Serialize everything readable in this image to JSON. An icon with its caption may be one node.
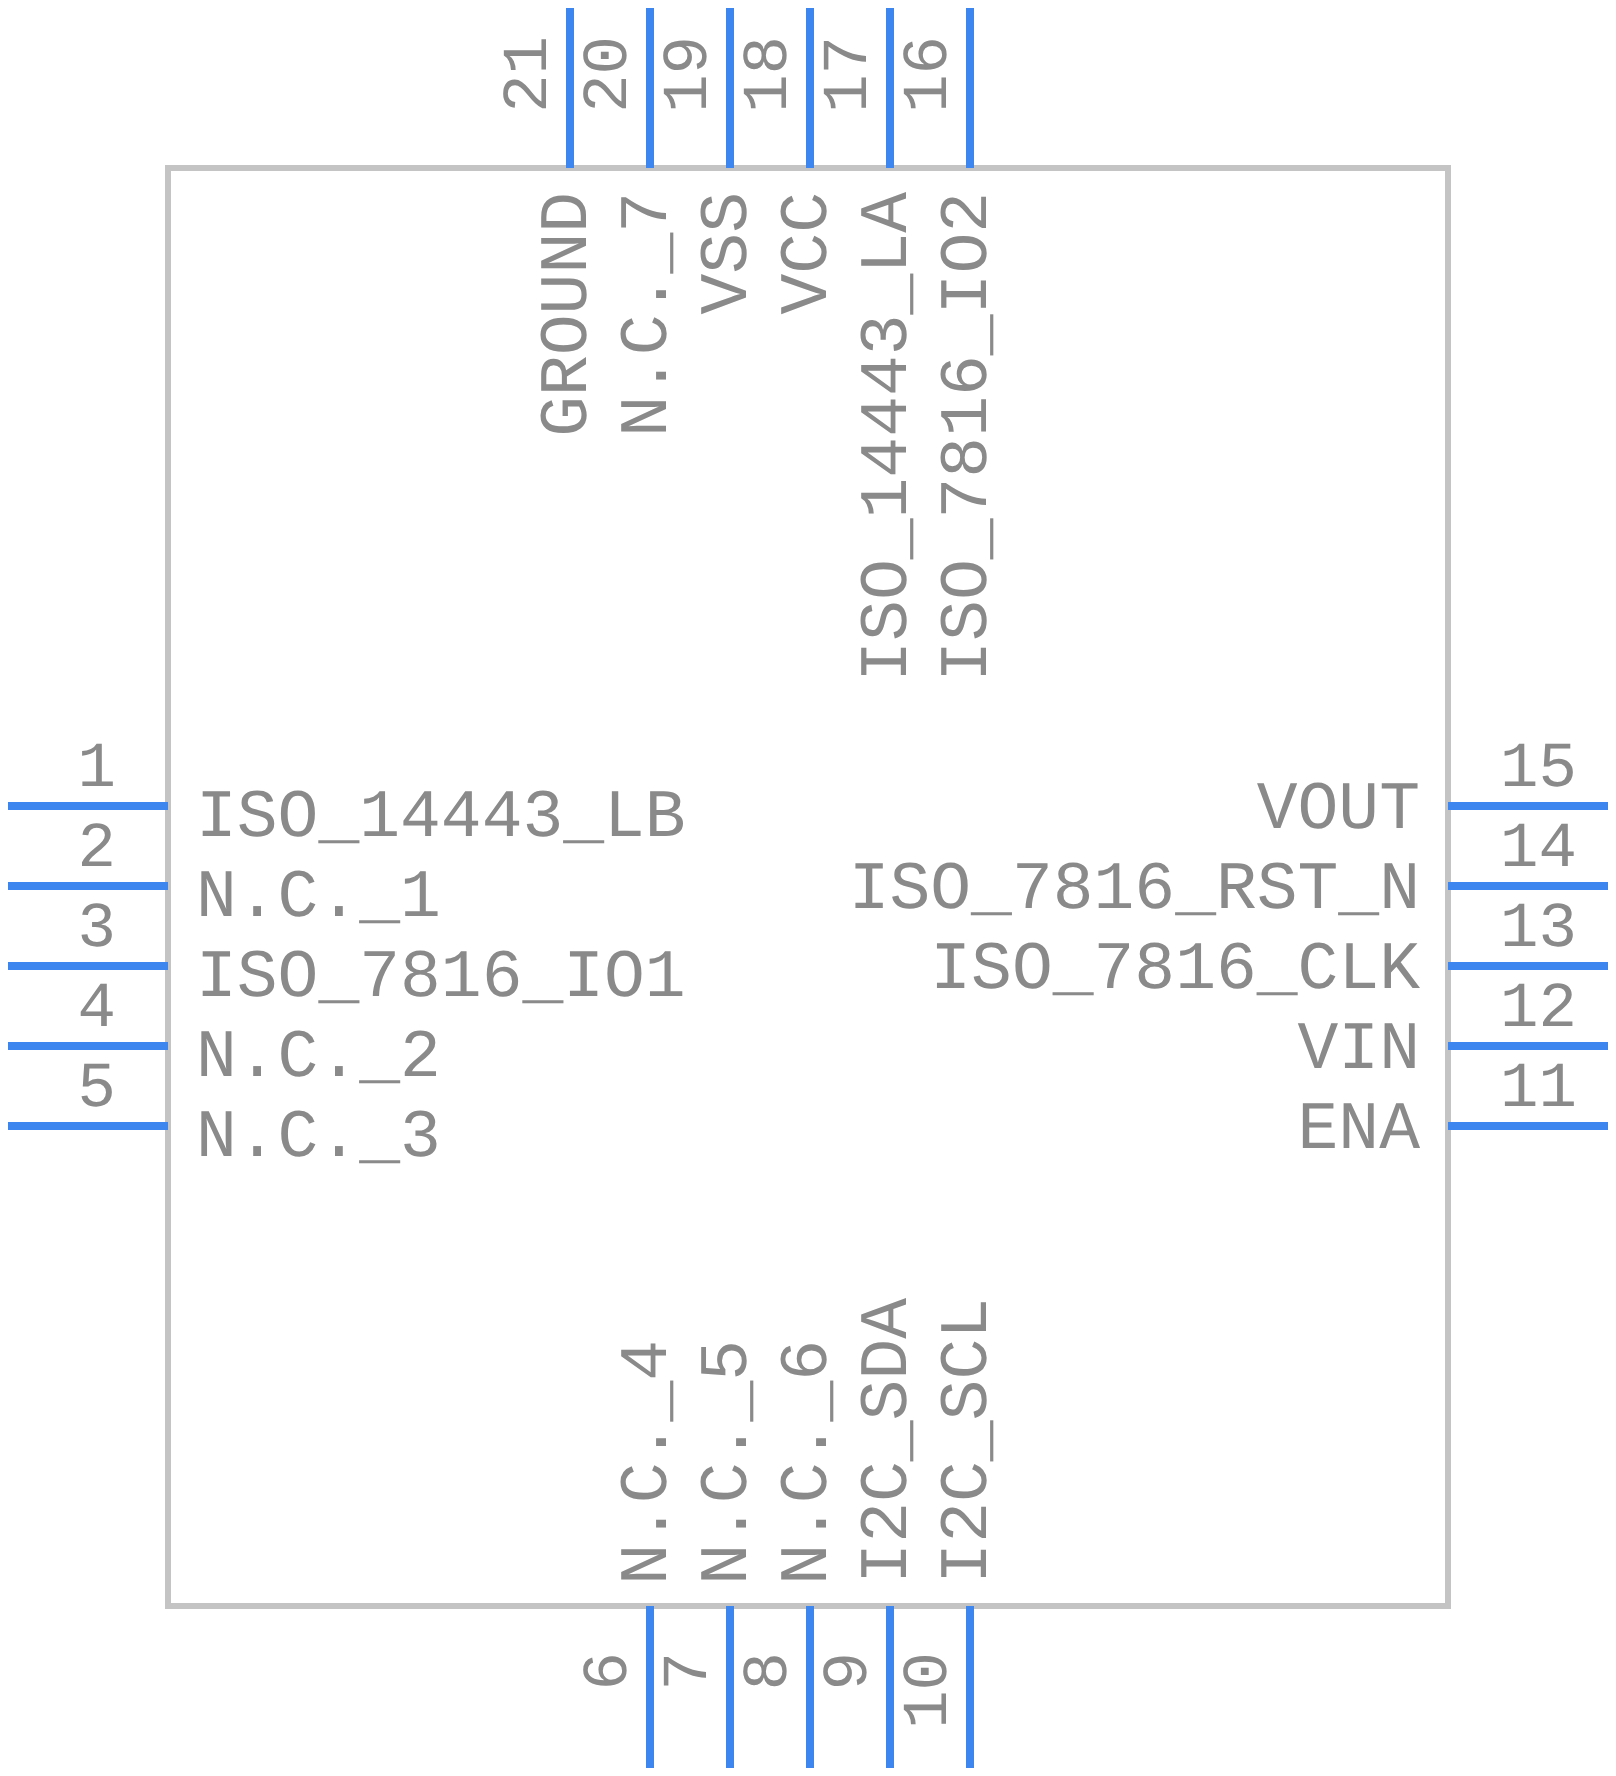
{
  "diagram": {
    "labels": [
      "21",
      "20",
      "19",
      "18",
      "17",
      "16",
      "GROUND",
      "N.C._7",
      "VSS",
      "VCC",
      "ISO_14443_LA",
      "ISO_7816_IO2",
      "1",
      "15",
      "ISO_14443_LB",
      "VOUT",
      "2",
      "14",
      "N.C._1",
      "ISO_7816_RST_N",
      "3",
      "13",
      "ISO_7816_IO1",
      "ISO_7816_CLK",
      "4",
      "12",
      "N.C._2",
      "VIN",
      "5",
      "11",
      "N.C._3",
      "ENA",
      "N.C._4",
      "N.C._5",
      "N.C._6",
      "I2C_SDA",
      "I2C_SCL",
      "6",
      "7",
      "8",
      "9",
      "10"
    ]
  }
}
